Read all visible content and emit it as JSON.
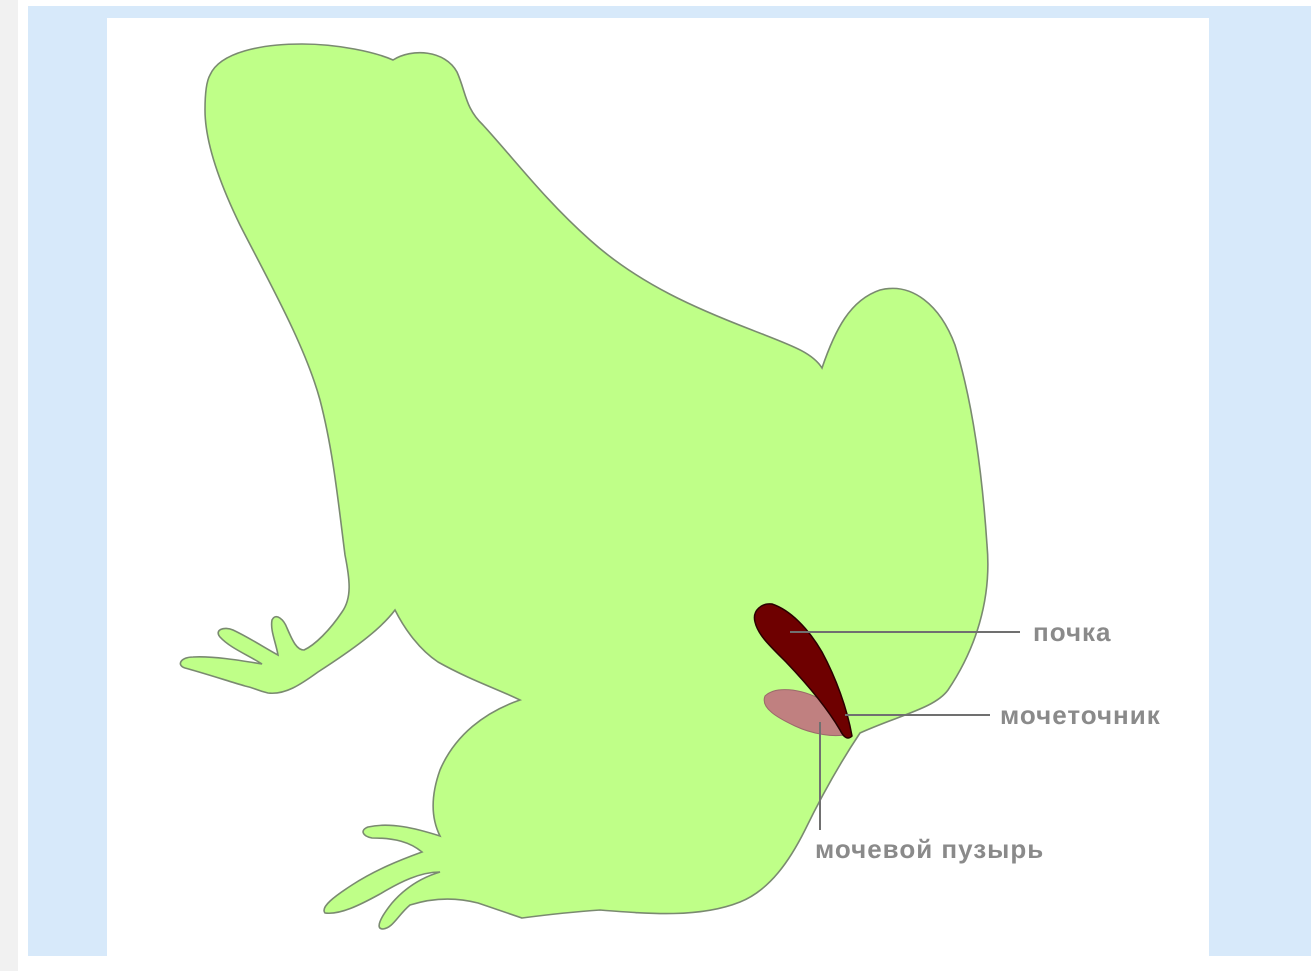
{
  "labels": {
    "kidney": "почка",
    "ureter": "мочеточник",
    "bladder": "мочевой пузырь"
  },
  "colors": {
    "frame": "#d7e9fa",
    "canvas": "#ffffff",
    "body": "#bfff88",
    "outline": "#7a8a70",
    "kidney": "#6e0000",
    "bladder": "#c08080",
    "leader": "#707070",
    "label": "#8a8a8a"
  }
}
